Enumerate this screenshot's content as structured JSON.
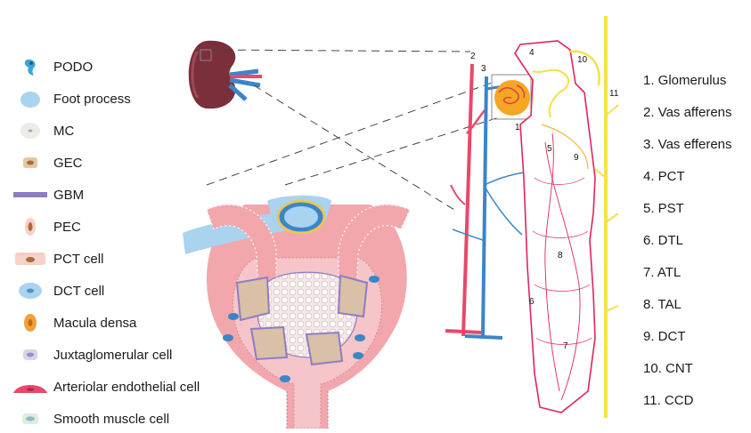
{
  "legend": [
    {
      "label": "PODO",
      "icon": "podocyte-icon"
    },
    {
      "label": "Foot process",
      "icon": "foot-process-icon"
    },
    {
      "label": "MC",
      "icon": "mesangial-cell-icon"
    },
    {
      "label": "GEC",
      "icon": "glomerular-endothelial-cell-icon"
    },
    {
      "label": "GBM",
      "icon": "basement-membrane-icon"
    },
    {
      "label": "PEC",
      "icon": "parietal-epithelial-cell-icon"
    },
    {
      "label": "PCT cell",
      "icon": "pct-cell-icon"
    },
    {
      "label": "DCT cell",
      "icon": "dct-cell-icon"
    },
    {
      "label": "Macula densa",
      "icon": "macula-densa-icon"
    },
    {
      "label": "Juxtaglomerular cell",
      "icon": "juxtaglomerular-cell-icon"
    },
    {
      "label": "Arteriolar endothelial cell",
      "icon": "arteriolar-endothelial-cell-icon"
    },
    {
      "label": "Smooth muscle cell",
      "icon": "smooth-muscle-cell-icon"
    }
  ],
  "segments": [
    "1. Glomerulus",
    "2. Vas afferens",
    "3. Vas efferens",
    "4. PCT",
    "5. PST",
    "6. DTL",
    "7. ATL",
    "8. TAL",
    "9. DCT",
    "10. CNT",
    "11. CCD"
  ],
  "diagram_numbers": [
    "1",
    "2",
    "3",
    "4",
    "5",
    "6",
    "7",
    "8",
    "9",
    "10",
    "11"
  ],
  "colors": {
    "artery": "#e8486a",
    "vein": "#3a86c8",
    "tubule": "#e0245a",
    "collecting_duct": "#f5e14a",
    "gbm": "#8e7cc3",
    "capsule_fill": "#f2a7ad",
    "kidney": "#7b2f3a"
  }
}
